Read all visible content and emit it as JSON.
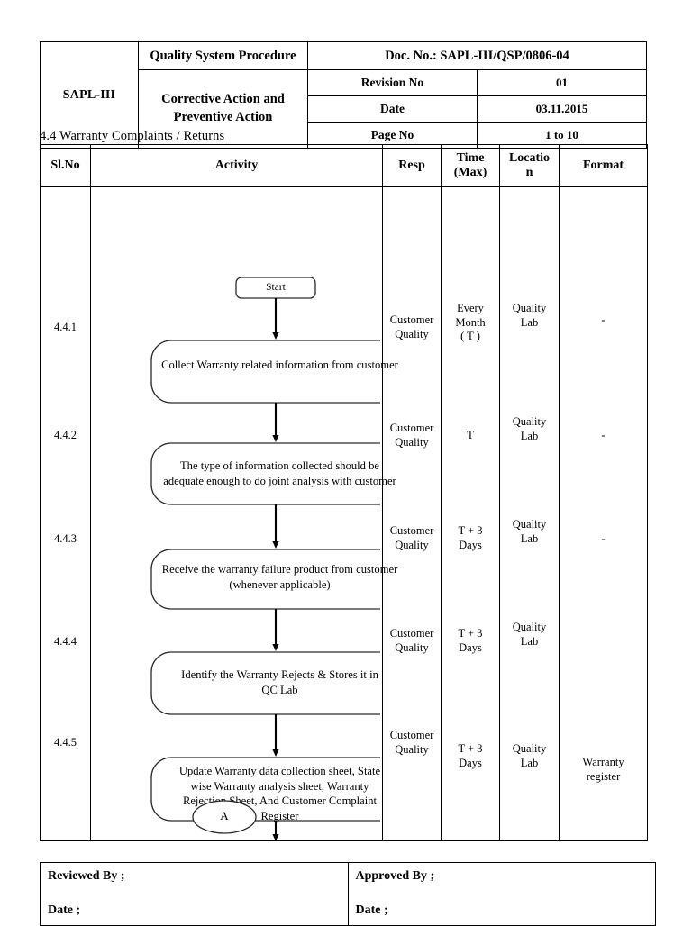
{
  "header": {
    "company": "SAPL-III",
    "doc_type": "Quality System Procedure",
    "doc_title": "Corrective Action and Preventive Action",
    "doc_no_label": "Doc. No.: SAPL-III/QSP/0806-04",
    "rows": [
      {
        "label": "Revision No",
        "value": "01"
      },
      {
        "label": "Date",
        "value": "03.11.2015"
      },
      {
        "label": "Page No",
        "value": "1 to 10"
      }
    ]
  },
  "section": {
    "title": "4.4 Warranty Complaints / Returns"
  },
  "table": {
    "columns": [
      "Sl.No",
      "Activity",
      "Resp",
      "Time\n(Max)",
      "Locatio\nn",
      "Format"
    ],
    "col_sl": "Sl.No",
    "col_activity": "Activity",
    "col_resp": "Resp",
    "col_time_l1": "Time",
    "col_time_l2": "(Max)",
    "col_loc_l1": "Locatio",
    "col_loc_l2": "n",
    "col_format": "Format",
    "rows": [
      {
        "sl": "4.4.1",
        "resp": "Customer\nQuality",
        "resp_l1": "Customer",
        "resp_l2": "Quality",
        "time_l1": "Every",
        "time_l2": "Month",
        "time_l3": "( T )",
        "loc_l1": "Quality",
        "loc_l2": "Lab",
        "format": "-"
      },
      {
        "sl": "4.4.2",
        "resp_l1": "Customer",
        "resp_l2": "Quality",
        "time_l1": "T",
        "time_l2": "",
        "time_l3": "",
        "loc_l1": "Quality",
        "loc_l2": "Lab",
        "format": "-"
      },
      {
        "sl": "4.4.3",
        "resp_l1": "Customer",
        "resp_l2": "Quality",
        "time_l1": "T + 3",
        "time_l2": "Days",
        "time_l3": "",
        "loc_l1": "Quality",
        "loc_l2": "Lab",
        "format": "-"
      },
      {
        "sl": "4.4.4",
        "resp_l1": "Customer",
        "resp_l2": "Quality",
        "time_l1": "T + 3",
        "time_l2": "Days",
        "time_l3": "",
        "loc_l1": "Quality",
        "loc_l2": "Lab",
        "format": ""
      },
      {
        "sl": "4.4.5",
        "resp_l1": "Customer",
        "resp_l2": "Quality",
        "time_l1": "T + 3",
        "time_l2": "Days",
        "time_l3": "",
        "loc_l1": "Quality",
        "loc_l2": "Lab",
        "format_l1": "Warranty",
        "format_l2": "register"
      }
    ]
  },
  "flowchart": {
    "start_label": "Start",
    "connector_label": "A",
    "nodes": [
      {
        "id": "n1",
        "text": "Collect Warranty related information from customer"
      },
      {
        "id": "n2",
        "line1": "The type of information collected should be",
        "line2": "adequate enough to do joint analysis with customer"
      },
      {
        "id": "n3",
        "line1": "Receive the warranty failure product from customer",
        "line2": "(whenever applicable)"
      },
      {
        "id": "n4",
        "line1": "Identify the Warranty Rejects & Stores it in",
        "line2": "QC Lab"
      },
      {
        "id": "n5",
        "line1": "Update Warranty data collection sheet, State",
        "line2": "wise Warranty analysis sheet, Warranty",
        "line3": "Rejection Sheet, And Customer Complaint",
        "line4": "Register"
      }
    ]
  },
  "footer": {
    "reviewed_by": "Reviewed  By  ;",
    "reviewed_date": "Date  ;",
    "approved_by": "Approved By ;",
    "approved_date": "Date  ;"
  },
  "colors": {
    "border": "#000000",
    "text": "#000000",
    "background": "#ffffff"
  }
}
